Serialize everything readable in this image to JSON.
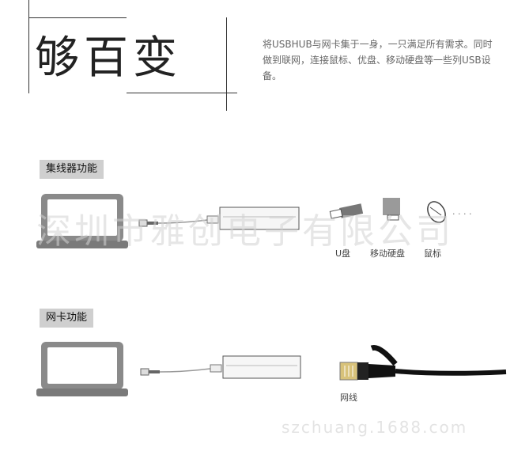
{
  "header": {
    "title": "够百变",
    "description": "将USBHUB与网卡集于一身，一只满足所有需求。同时做到联网，连接鼠标、优盘、移动硬盘等一些列USB设备。"
  },
  "hub_section": {
    "label": "集线器功能",
    "devices": [
      {
        "label": "U盘"
      },
      {
        "label": "移动硬盘"
      },
      {
        "label": "鼠标"
      }
    ],
    "more": "· · · ·"
  },
  "lan_section": {
    "label": "网卡功能",
    "device_label": "网线"
  },
  "watermark": {
    "main": "深圳市雅创电子有限公司",
    "url": "szchuang.1688.com"
  },
  "colors": {
    "laptop": "#888888",
    "line": "#333333",
    "label_bg": "#cfcfcf"
  }
}
